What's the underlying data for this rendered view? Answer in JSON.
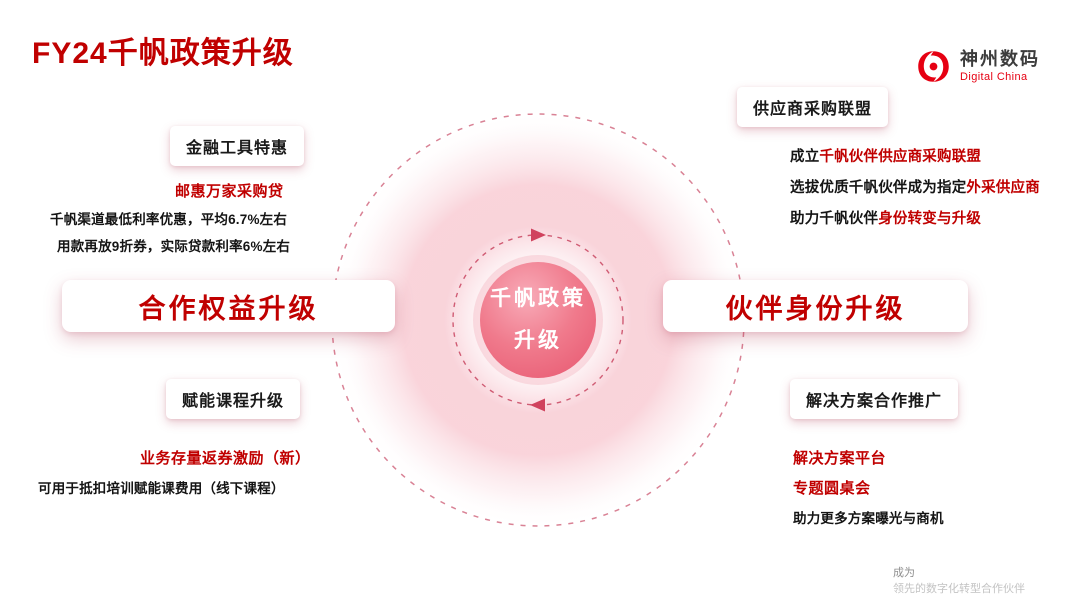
{
  "colors": {
    "accent_red": "#c00000",
    "logo_red": "#e60012",
    "center_pink": "#ef7386"
  },
  "header": {
    "title": "FY24千帆政策升级",
    "logo_name": "神州数码",
    "logo_subtitle": "Digital China"
  },
  "center": {
    "line1": "千帆政策",
    "line2": "升级"
  },
  "left_top": {
    "tag": "金融工具特惠",
    "highlight": "邮惠万家采购贷",
    "line1": "千帆渠道最低利率优惠，平均6.7%左右",
    "line2": "用款再放9折券，实际贷款利率6%左右"
  },
  "left_main": "合作权益升级",
  "left_bottom": {
    "tag": "赋能课程升级",
    "highlight": "业务存量返券激励（新）",
    "line1": "可用于抵扣培训赋能课费用（线下课程）"
  },
  "right_top": {
    "tag": "供应商采购联盟",
    "line1_prefix": "成立",
    "line1_highlight": "千帆伙伴供应商采购联盟",
    "line2_prefix": "选拔优质千帆伙伴成为指定",
    "line2_highlight": "外采供应商",
    "line3_prefix": "助力千帆伙伴",
    "line3_highlight": "身份转变与升级"
  },
  "right_main": "伙伴身份升级",
  "right_bottom": {
    "tag": "解决方案合作推广",
    "highlight1": "解决方案平台",
    "highlight2": "专题圆桌会",
    "line1": "助力更多方案曝光与商机"
  },
  "footer": {
    "line1": "成为",
    "line2": "领先的数字化转型合作伙伴"
  }
}
